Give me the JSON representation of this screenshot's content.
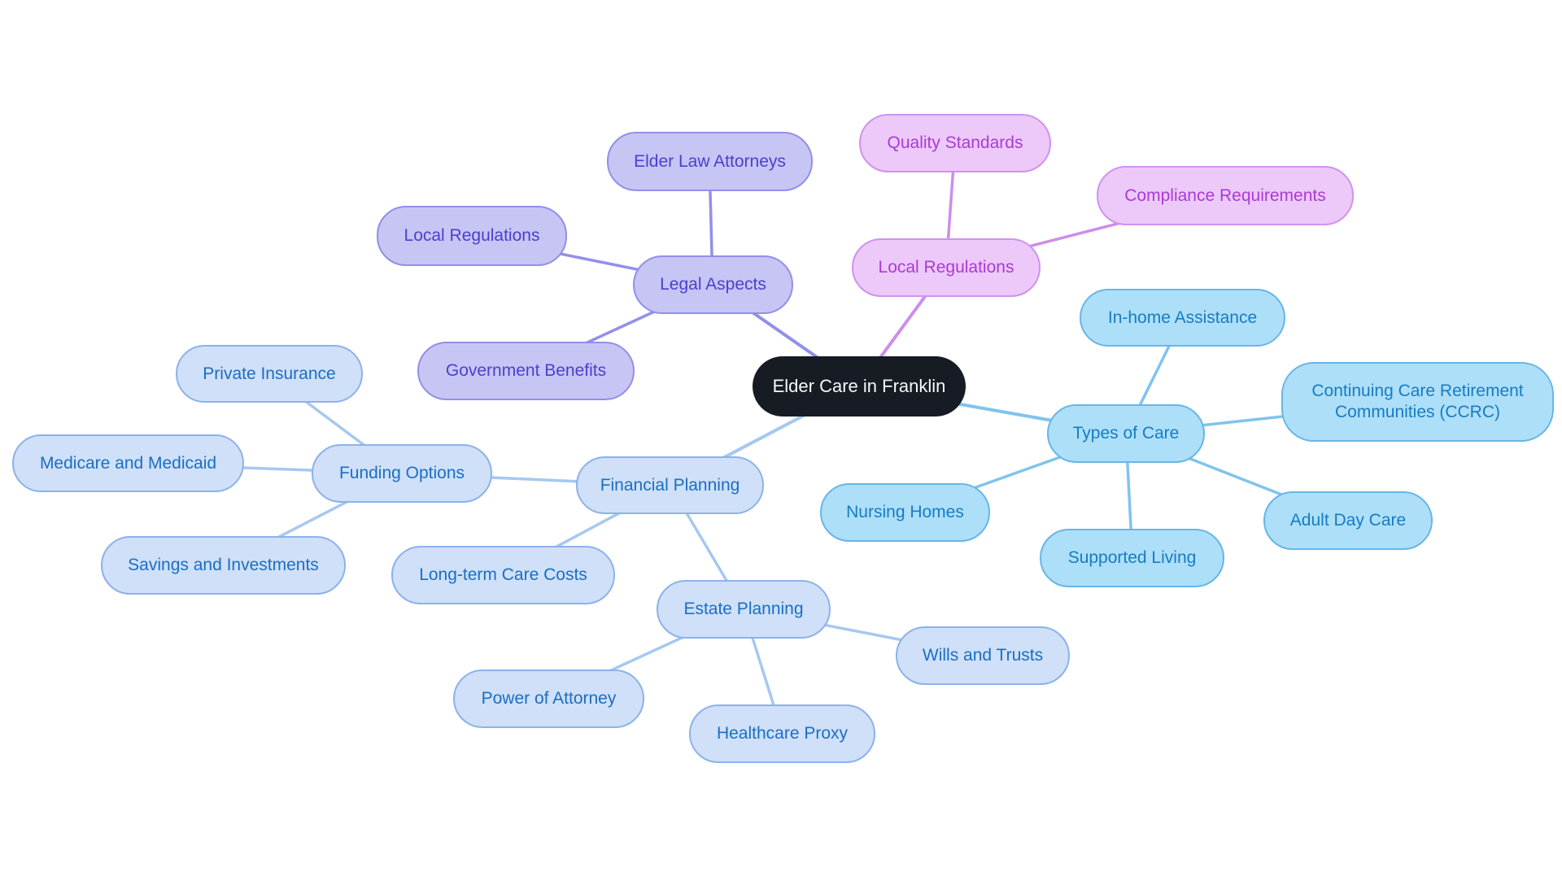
{
  "diagram": {
    "type": "mindmap",
    "root_label": "Elder Care in Franklin",
    "branches": [
      {
        "label": "Legal Aspects",
        "children": [
          "Elder Law Attorneys",
          "Local Regulations",
          "Government Benefits"
        ]
      },
      {
        "label": "Local Regulations",
        "children": [
          "Quality Standards",
          "Compliance Requirements"
        ]
      },
      {
        "label": "Types of Care",
        "children": [
          "In-home Assistance",
          "Continuing Care Retirement Communities (CCRC)",
          "Adult Day Care",
          "Supported Living",
          "Nursing Homes"
        ]
      },
      {
        "label": "Financial Planning",
        "children": [
          {
            "label": "Funding Options",
            "children": [
              "Private Insurance",
              "Medicare and Medicaid",
              "Savings and Investments"
            ]
          },
          "Long-term Care Costs",
          {
            "label": "Estate Planning",
            "children": [
              "Wills and Trusts",
              "Power of Attorney",
              "Healthcare Proxy"
            ]
          }
        ]
      }
    ]
  },
  "nodes": {
    "root": "Elder Care in Franklin",
    "legal_aspects": "Legal Aspects",
    "elder_law_attorneys": "Elder Law Attorneys",
    "local_regulations_legal": "Local Regulations",
    "government_benefits": "Government Benefits",
    "local_regulations_pink": "Local Regulations",
    "quality_standards": "Quality Standards",
    "compliance_requirements": "Compliance Requirements",
    "types_of_care": "Types of Care",
    "in_home_assistance": "In-home Assistance",
    "ccrc": "Continuing Care Retirement Communities (CCRC)",
    "adult_day_care": "Adult Day Care",
    "supported_living": "Supported Living",
    "nursing_homes": "Nursing Homes",
    "financial_planning": "Financial Planning",
    "funding_options": "Funding Options",
    "private_insurance": "Private Insurance",
    "medicare_and_medicaid": "Medicare and Medicaid",
    "savings_and_investments": "Savings and Investments",
    "long_term_care_costs": "Long-term Care Costs",
    "estate_planning": "Estate Planning",
    "wills_and_trusts": "Wills and Trusts",
    "power_of_attorney": "Power of Attorney",
    "healthcare_proxy": "Healthcare Proxy"
  },
  "colors": {
    "background": "#ffffff",
    "root_fill": "#161b24",
    "root_text": "#f7f8fa",
    "legal_fill": "#c7c5f3",
    "legal_border": "#938fea",
    "legal_text": "#4b40cf",
    "pink_fill": "#ecc9f8",
    "pink_border": "#d092ee",
    "pink_text": "#ab3ad6",
    "types_fill": "#aedff8",
    "types_border": "#67b6e7",
    "types_text": "#157cc4",
    "fin_fill": "#cfe0f8",
    "fin_border": "#8cb2ea",
    "fin_text": "#1b6ec4"
  }
}
